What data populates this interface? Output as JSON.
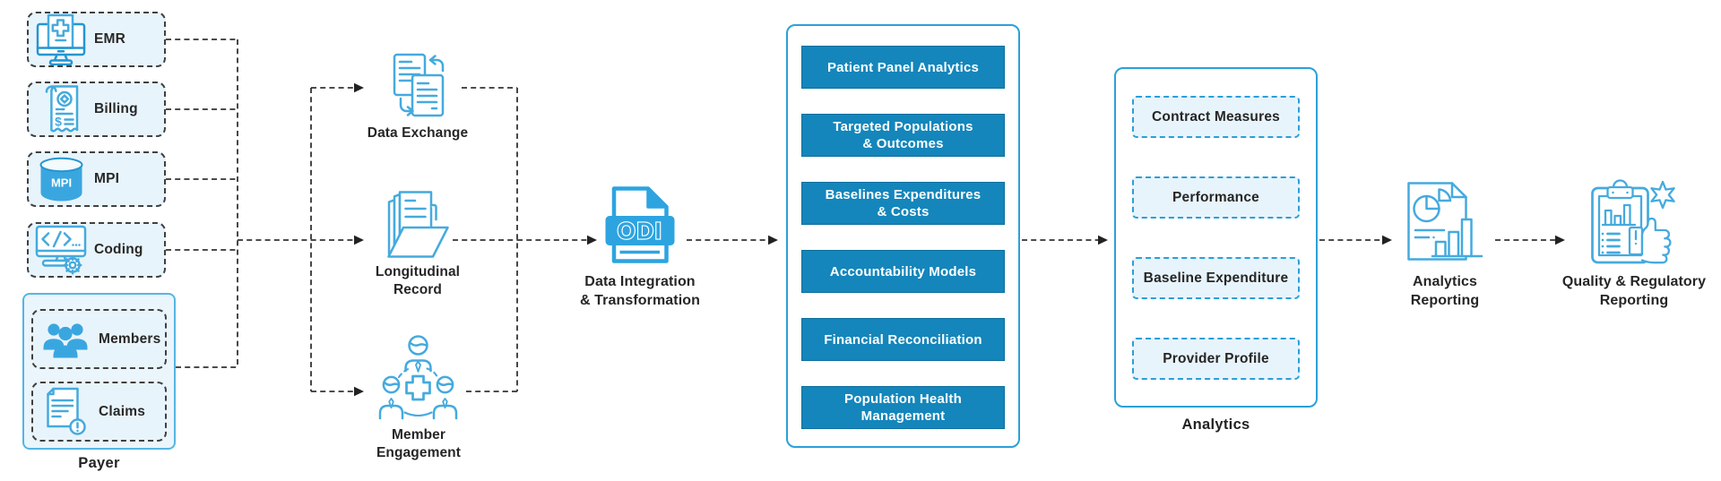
{
  "colors": {
    "node_fill": "#e8f4fb",
    "panel_border": "#2aa1d8",
    "button_fill": "#1486bb",
    "icon_stroke": "#45aade",
    "connector": "#333333"
  },
  "sources": {
    "items": [
      {
        "label": "EMR",
        "icon": "emr-monitor-icon"
      },
      {
        "label": "Billing",
        "icon": "billing-receipt-icon",
        "icon_text": "$"
      },
      {
        "label": "MPI",
        "icon": "mpi-database-icon",
        "icon_text": "MPI"
      },
      {
        "label": "Coding",
        "icon": "coding-monitor-gear-icon"
      }
    ],
    "payer": {
      "caption": "Payer",
      "items": [
        {
          "label": "Members",
          "icon": "members-people-icon"
        },
        {
          "label": "Claims",
          "icon": "claims-document-icon"
        }
      ]
    }
  },
  "ingestion": [
    {
      "lines": [
        "Data Exchange"
      ],
      "icon": "data-exchange-icon"
    },
    {
      "lines": [
        "Longitudinal",
        "Record"
      ],
      "icon": "longitudinal-record-folder-icon"
    },
    {
      "lines": [
        "Member",
        "Engagement"
      ],
      "icon": "member-engagement-icon"
    }
  ],
  "integration": {
    "badge": "ODI",
    "lines": [
      "Data Integration",
      "& Transformation"
    ],
    "icon": "odi-file-icon"
  },
  "platform": {
    "items": [
      {
        "lines": [
          "Patient Panel Analytics"
        ]
      },
      {
        "lines": [
          "Targeted Populations",
          "& Outcomes"
        ]
      },
      {
        "lines": [
          "Baselines Expenditures",
          "& Costs"
        ]
      },
      {
        "lines": [
          "Accountability Models"
        ]
      },
      {
        "lines": [
          "Financial Reconciliation"
        ]
      },
      {
        "lines": [
          "Population Health",
          "Management"
        ]
      }
    ]
  },
  "analytics": {
    "caption": "Analytics",
    "items": [
      {
        "label": "Contract Measures"
      },
      {
        "label": "Performance"
      },
      {
        "label": "Baseline Expenditure"
      },
      {
        "label": "Provider Profile"
      }
    ]
  },
  "outputs": [
    {
      "lines": [
        "Analytics",
        "Reporting"
      ],
      "icon": "analytics-reporting-icon"
    },
    {
      "lines": [
        "Quality & Regulatory",
        "Reporting"
      ],
      "icon": "quality-regulatory-reporting-icon"
    }
  ]
}
